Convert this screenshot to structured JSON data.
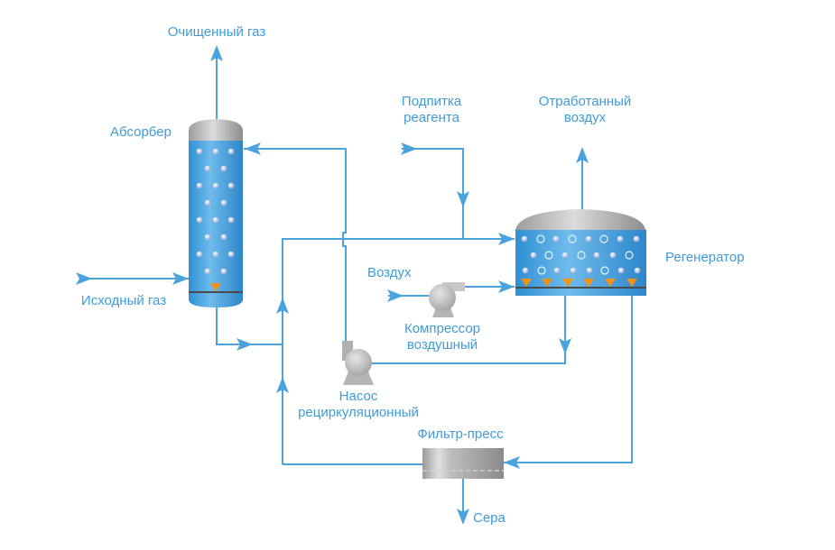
{
  "labels": {
    "clean_gas": "Очищенный газ",
    "absorber": "Абсорбер",
    "raw_gas": "Исходный газ",
    "reagent_makeup": [
      "Подпитка",
      "реагента"
    ],
    "exhaust_air": [
      "Отработанный",
      "воздух"
    ],
    "regenerator": "Регенератор",
    "air": "Воздух",
    "compressor": [
      "Компрессор",
      "воздушный"
    ],
    "pump": [
      "Насос",
      "рециркуляционный"
    ],
    "filter_press": "Фильтр-пресс",
    "sulfur": "Сера"
  },
  "colors": {
    "pipe": "#4aa3dc",
    "text": "#3f9bd8",
    "vessel_liquid": "#3b95d6",
    "vessel_cap": "#a9a9a9",
    "drip": "#f39214"
  }
}
